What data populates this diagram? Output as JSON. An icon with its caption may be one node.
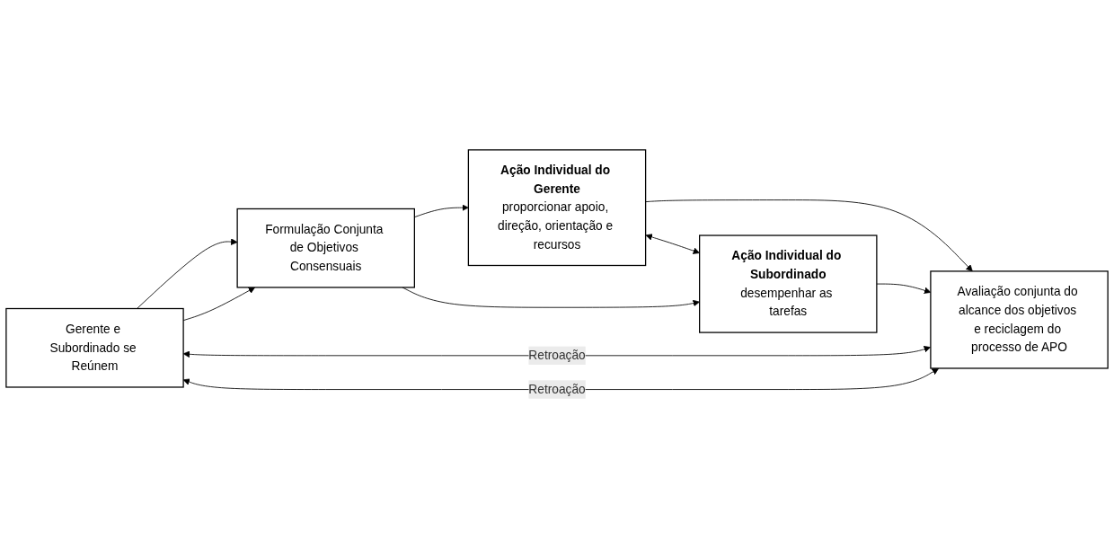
{
  "diagram": {
    "nodes": [
      {
        "text": [
          "Gerente e Subordinado se Reúnem"
        ]
      },
      {
        "text": [
          "Formulação Conjunta de Objetivos Consensuais"
        ]
      },
      {
        "text": [
          "Ação Individual do Gerente",
          "proporcionar apoio, direção, orientação e recursos"
        ]
      },
      {
        "text": [
          "Ação Individual do Subordinado",
          "desempenhar as tarefas"
        ]
      },
      {
        "text": [
          "Avaliação conjunta do alcance dos objetivos e reciclagem do processo de APO"
        ]
      }
    ],
    "edges": [
      {
        "from": 0,
        "to": 1,
        "arrow": "to"
      },
      {
        "from": 0,
        "to": 1,
        "arrow": "to"
      },
      {
        "from": 1,
        "to": 2,
        "arrow": "to"
      },
      {
        "from": 1,
        "to": 3,
        "arrow": "to"
      },
      {
        "from": 2,
        "to": 4,
        "arrow": "to"
      },
      {
        "from": 3,
        "to": 4,
        "arrow": "to"
      },
      {
        "from": 2,
        "to": 3,
        "arrow": "both"
      },
      {
        "from": 4,
        "to": 0,
        "arrow": "both",
        "label": "Retroação"
      },
      {
        "from": 4,
        "to": 0,
        "arrow": "both",
        "label": "Retroação"
      }
    ]
  }
}
